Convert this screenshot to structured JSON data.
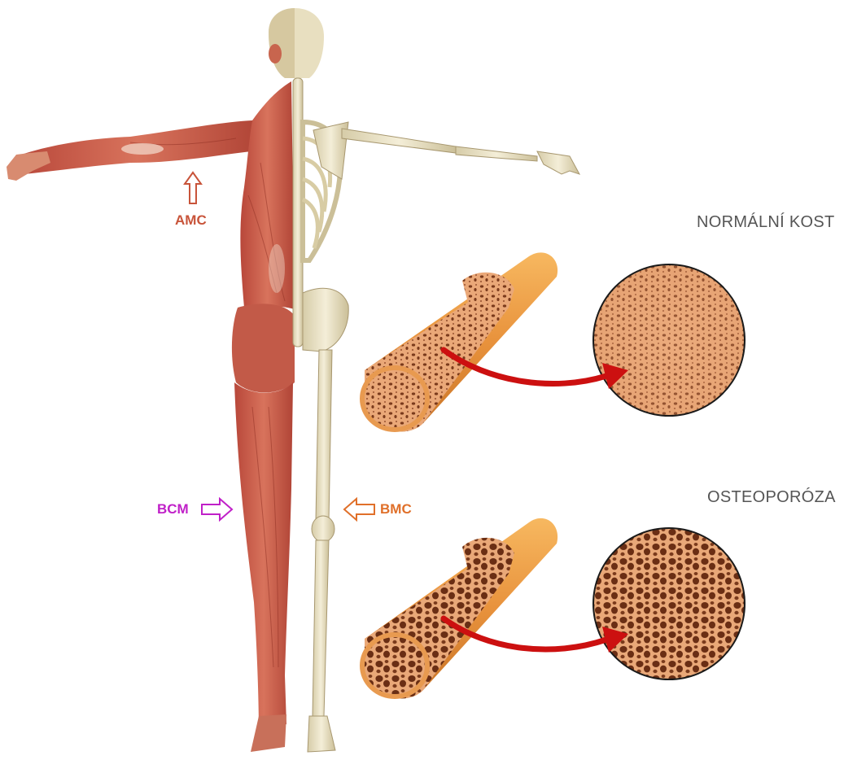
{
  "labels": {
    "amc": "AMC",
    "bcm": "BCM",
    "bmc": "BMC",
    "normal_bone": "NORMÁLNÍ KOST",
    "osteoporosis": "OSTEOPORÓZA"
  },
  "colors": {
    "amc": "#c8543a",
    "bcm": "#c020c8",
    "bmc": "#e0702a",
    "muscle": "#c85a48",
    "bone": "#ece4c8",
    "bone_tissue": "#e8a070",
    "bone_shaft": "#f0a050",
    "pointer": "#cc1010",
    "title": "#555555"
  },
  "icons": [
    "up-outline-arrow",
    "right-outline-arrow",
    "left-outline-arrow",
    "curved-red-arrow"
  ]
}
